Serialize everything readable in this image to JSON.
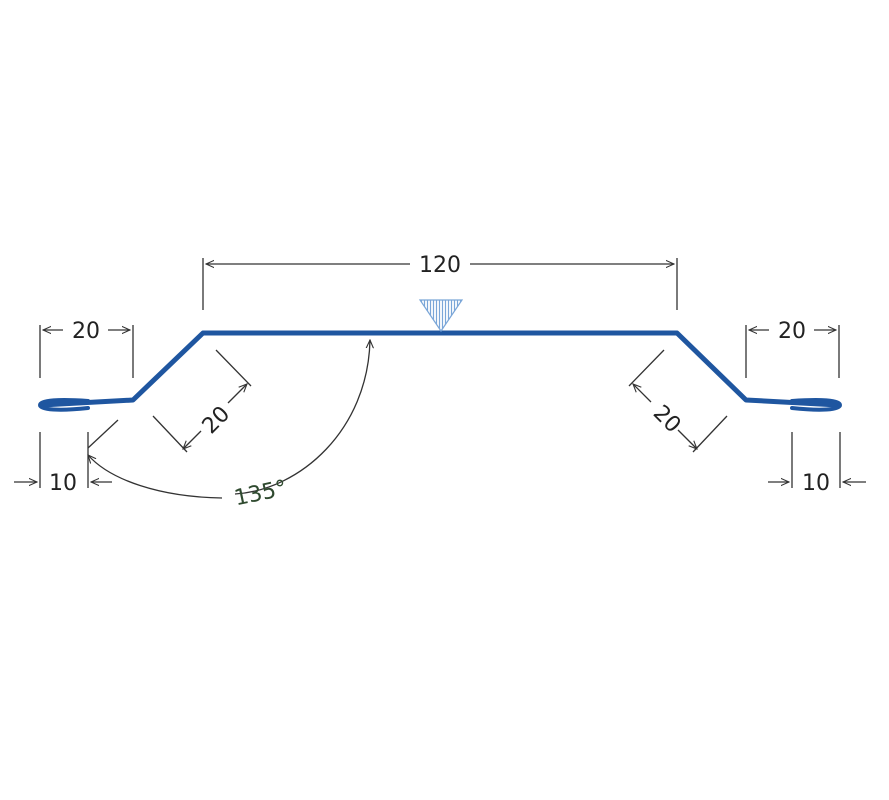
{
  "colors": {
    "profile": "#1f56a0",
    "dimension": "#333333",
    "angle_text": "#2f4a2f",
    "marker": "#7aa6d8"
  },
  "icons": {
    "top_marker": "inverted-triangle-hatched-icon"
  },
  "dimensions": {
    "top_width": "120",
    "left_flange": "20",
    "right_flange": "20",
    "left_slope": "20",
    "right_slope": "20",
    "left_hem": "10",
    "right_hem": "10",
    "angle": "135°"
  }
}
